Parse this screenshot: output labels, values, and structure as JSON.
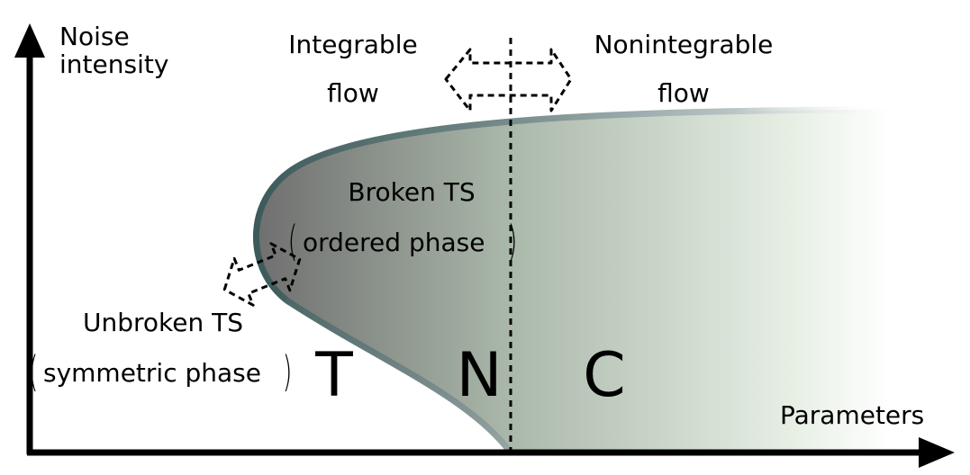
{
  "axes": {
    "y_label_line1": "Noise",
    "y_label_line2": "intensity",
    "x_label": "Parameters"
  },
  "top_labels": {
    "integrable_line1": "Integrable",
    "integrable_line2": "flow",
    "nonintegrable_line1": "Nonintegrable",
    "nonintegrable_line2": "flow"
  },
  "regions": {
    "broken_line1": "Broken TS",
    "broken_line2": "ordered phase",
    "unbroken_line1": "Unbroken TS",
    "unbroken_line2": "symmetric phase"
  },
  "phase_letters": {
    "t": "T",
    "n": "N",
    "c": "C"
  },
  "colors": {
    "axis": "#000000",
    "boundary": "#3d5a5a",
    "fill_dark": "#6f6f6f",
    "fill_mid": "#aab8aa",
    "fill_light": "#e8f0e6"
  }
}
